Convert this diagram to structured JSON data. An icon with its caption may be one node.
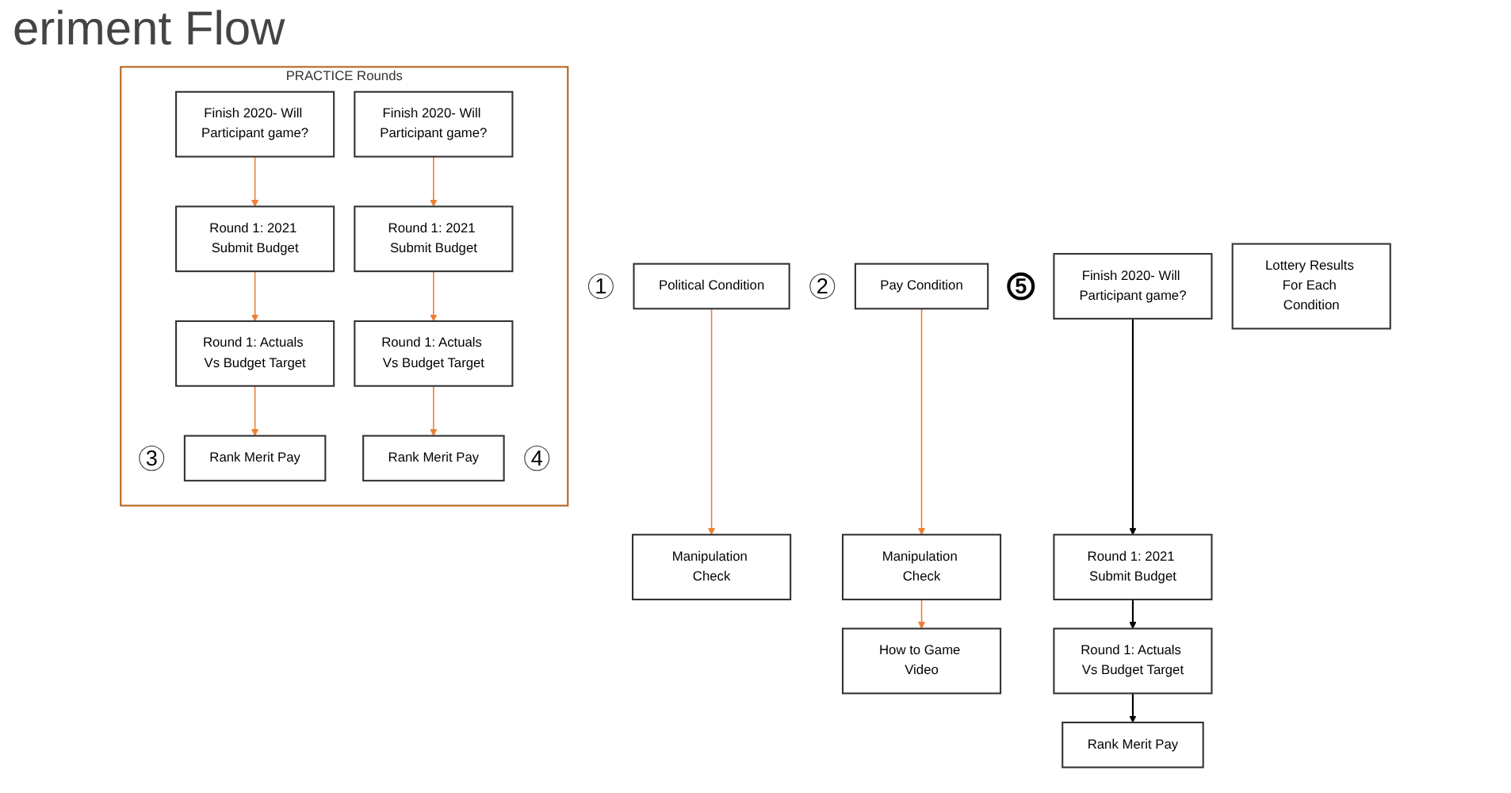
{
  "diagram": {
    "title": "eriment Flow",
    "nodes": [
      {
        "text": [
          "1"
        ]
      },
      {
        "text": [
          "Political Condition"
        ]
      },
      {
        "text": [
          "Manipulation Check"
        ]
      },
      {
        "text": [
          "2"
        ]
      },
      {
        "text": [
          "Pay Condition"
        ]
      },
      {
        "text": [
          "Manipulation Check"
        ]
      },
      {
        "text": [
          "How to Game Video"
        ]
      },
      {
        "text": [
          "PRACTICE Rounds"
        ]
      },
      {
        "text": [
          "3"
        ],
        "in": 7
      },
      {
        "text": [
          "Finish 2020- Will Participant game?"
        ],
        "in": 7
      },
      {
        "text": [
          "Round 1: 2021 Submit Budget"
        ],
        "in": 7
      },
      {
        "text": [
          "Round 1: Actuals Vs Budget Target"
        ],
        "in": 7
      },
      {
        "text": [
          "Rank Merit Pay"
        ],
        "in": 7
      },
      {
        "text": [
          "4"
        ],
        "in": 7
      },
      {
        "text": [
          "Finish 2020- Will Participant game?"
        ],
        "in": 7
      },
      {
        "text": [
          "Round 1: 2021 Submit Budget"
        ],
        "in": 7
      },
      {
        "text": [
          "Round 1: Actuals Vs Budget Target"
        ],
        "in": 7
      },
      {
        "text": [
          "Rank Merit Pay"
        ],
        "in": 7
      },
      {
        "text": [
          "5"
        ]
      },
      {
        "text": [
          "Finish 2020- Will Participant game?"
        ]
      },
      {
        "text": [
          "Round 1: 2021 Submit Budget"
        ]
      },
      {
        "text": [
          "Round 1: Actuals Vs Budget Target"
        ]
      },
      {
        "text": [
          "Rank Merit Pay"
        ]
      },
      {
        "text": [
          "Lottery Results For Each Condition"
        ]
      }
    ],
    "edges": [
      {
        "from": 1,
        "to": 2,
        "arrow": "to"
      },
      {
        "from": 4,
        "to": 5,
        "arrow": "to"
      },
      {
        "from": 5,
        "to": 6,
        "arrow": "to"
      },
      {
        "from": 9,
        "to": 10,
        "arrow": "to"
      },
      {
        "from": 10,
        "to": 11,
        "arrow": "to"
      },
      {
        "from": 11,
        "to": 12,
        "arrow": "to"
      },
      {
        "from": 14,
        "to": 15,
        "arrow": "to"
      },
      {
        "from": 15,
        "to": 16,
        "arrow": "to"
      },
      {
        "from": 16,
        "to": 17,
        "arrow": "to"
      },
      {
        "from": 19,
        "to": 20,
        "arrow": "to",
        "color": "#000000"
      },
      {
        "from": 20,
        "to": 21,
        "arrow": "to",
        "color": "#000000"
      },
      {
        "from": 21,
        "to": 22,
        "arrow": "to",
        "color": "#000000"
      }
    ]
  }
}
